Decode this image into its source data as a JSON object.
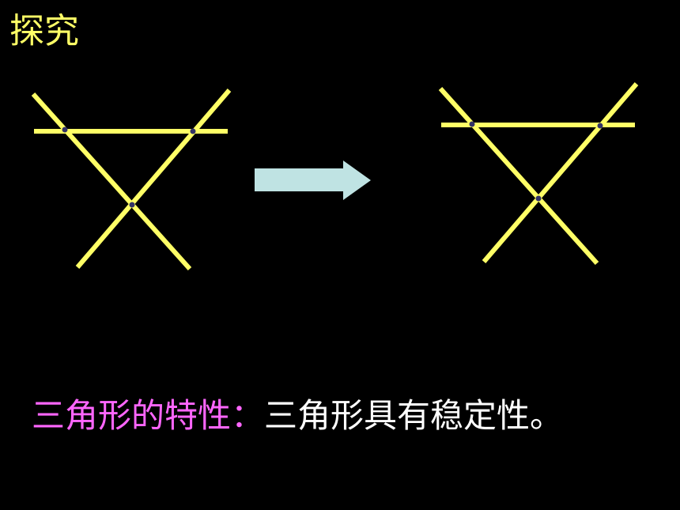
{
  "slide": {
    "heading": "探究",
    "property_label": "三角形的特性：",
    "property_text": "三角形具有稳定性。"
  },
  "colors": {
    "background": "#000000",
    "heading": "#ffff66",
    "stick": "#ffff66",
    "joint": "#333366",
    "arrow": "#bfe3e3",
    "property_label": "#ff66ff",
    "property_text": "#ffffff"
  },
  "figures": [
    {
      "name": "stick-frame-before"
    },
    {
      "name": "stick-frame-after"
    }
  ],
  "arrow": {
    "name": "right-arrow"
  }
}
